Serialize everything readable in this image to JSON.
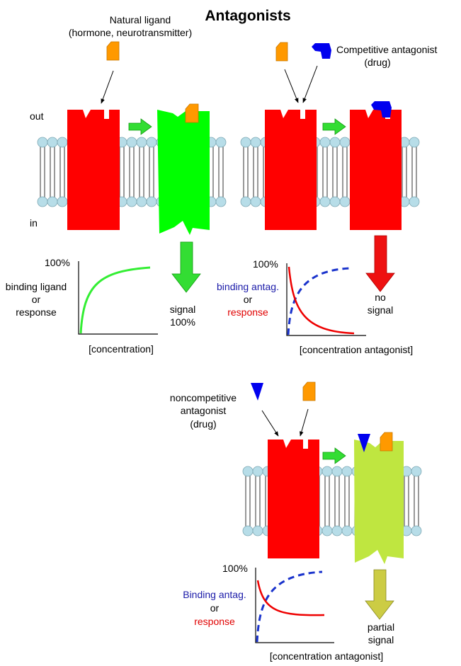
{
  "title": "Antagonists",
  "labels": {
    "out": "out",
    "in": "in"
  },
  "panel1": {
    "ligand_line1": "Natural ligand",
    "ligand_line2": "(hormone, neurotransmitter)",
    "graph_pct": "100%",
    "ylabel_line1": "binding ligand",
    "ylabel_line2": "or",
    "ylabel_line3": "response",
    "xlabel": "[concentration]",
    "signal_line1": "signal",
    "signal_line2": "100%"
  },
  "panel2": {
    "drug_line1": "Competitive antagonist",
    "drug_line2": "(drug)",
    "graph_pct": "100%",
    "ylabel_line1": "binding antag.",
    "ylabel_line2": "or",
    "ylabel_line3": "response",
    "xlabel": "[concentration antagonist]",
    "signal_line1": "no",
    "signal_line2": "signal"
  },
  "panel3": {
    "drug_line1": "noncompetitive",
    "drug_line2": "antagonist",
    "drug_line3": "(drug)",
    "graph_pct": "100%",
    "ylabel_line1": "Binding antag.",
    "ylabel_line2": "or",
    "ylabel_line3": "response",
    "xlabel": "[concentration antagonist]",
    "signal_line1": "partial",
    "signal_line2": "signal"
  },
  "colors": {
    "receptor_inactive": "#ff0000",
    "receptor_active": "#00ff00",
    "receptor_partial": "#bfe640",
    "ligand": "#ff9900",
    "antagonist": "#0000ee",
    "membrane_head": "#b7dde8",
    "arrow_full_signal": "#22cc22",
    "arrow_no_signal": "#ee1111",
    "arrow_partial_signal": "#c8c840"
  }
}
